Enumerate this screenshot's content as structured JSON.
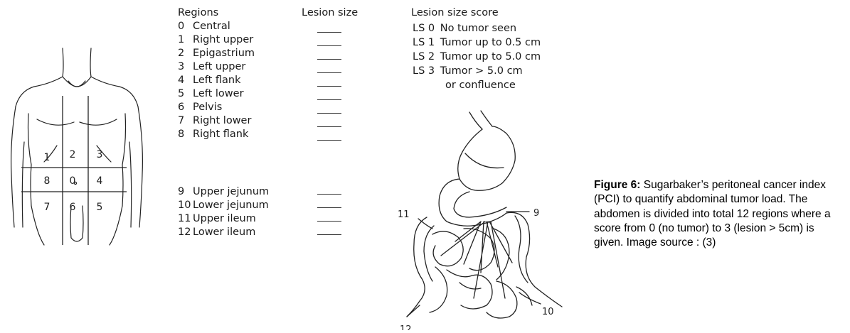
{
  "body_map": {
    "labels": [
      "1",
      "2",
      "3",
      "8",
      "0",
      "4",
      "7",
      "6",
      "5"
    ]
  },
  "regions_table": {
    "header_regions": "Regions",
    "header_size": "Lesion size",
    "rows_group1": [
      {
        "num": "0",
        "name": "Central"
      },
      {
        "num": "1",
        "name": "Right upper"
      },
      {
        "num": "2",
        "name": "Epigastrium"
      },
      {
        "num": "3",
        "name": "Left upper"
      },
      {
        "num": "4",
        "name": "Left flank"
      },
      {
        "num": "5",
        "name": "Left lower"
      },
      {
        "num": "6",
        "name": "Pelvis"
      },
      {
        "num": "7",
        "name": "Right lower"
      },
      {
        "num": "8",
        "name": "Right flank"
      }
    ],
    "rows_group2": [
      {
        "num": "9",
        "name": "Upper jejunum"
      },
      {
        "num": "10",
        "name": "Lower jejunum"
      },
      {
        "num": "11",
        "name": "Upper ileum"
      },
      {
        "num": "12",
        "name": "Lower ileum"
      }
    ]
  },
  "lesion_score": {
    "title": "Lesion size score",
    "rows": [
      {
        "code": "LS 0",
        "desc": "No tumor seen"
      },
      {
        "code": "LS 1",
        "desc": "Tumor up to 0.5 cm"
      },
      {
        "code": "LS 2",
        "desc": "Tumor up to 5.0 cm"
      },
      {
        "code": "LS 3",
        "desc": "Tumor > 5.0 cm"
      }
    ],
    "continuation": "or confluence"
  },
  "intestine_labels": [
    "9",
    "10",
    "11",
    "12"
  ],
  "caption": {
    "figure_label": "Figure 6:",
    "text": "Sugarbaker’s peritoneal cancer index (PCI) to quantify abdominal tumor load. The abdomen is divided into total 12 regions where a score from 0 (no tumor) to 3 (lesion > 5cm) is given. Image source : (3)"
  }
}
